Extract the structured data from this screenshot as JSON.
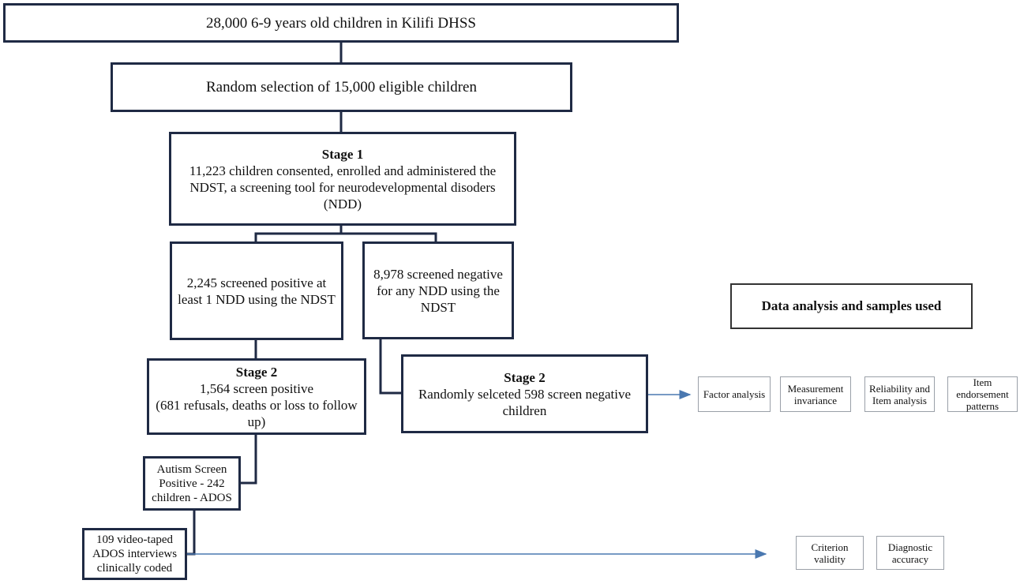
{
  "boxes": {
    "population": "28,000 6-9 years old children in Kilifi DHSS",
    "random_selection": "Random selection of 15,000 eligible children",
    "stage1": {
      "heading": "Stage 1",
      "text": "11,223 children consented, enrolled and administered the NDST, a screening tool for neurodevelopmental disoders (NDD)"
    },
    "screened_positive": "2,245 screened positive at least 1 NDD using the NDST",
    "screened_negative": "8,978 screened negative for any NDD using the NDST",
    "stage2_positive": {
      "heading": "Stage 2",
      "line1": "1,564 screen positive",
      "line2": "(681 refusals, deaths or loss to follow up)"
    },
    "stage2_negative": {
      "heading": "Stage 2",
      "text": "Randomly selceted 598 screen negative children"
    },
    "autism": "Autism Screen Positive - 242 children - ADOS",
    "video": "109 video-taped ADOS interviews clinically coded"
  },
  "analysis": {
    "title": "Data analysis and samples used",
    "group1": [
      "Factor analysis",
      "Measurement invariance",
      "Reliability and Item analysis",
      "Item endorsement patterns"
    ],
    "group2": [
      "Criterion validity",
      "Diagnostic accuracy"
    ]
  },
  "colors": {
    "box_border": "#1f2a44",
    "arrow": "#4a78b0",
    "small_border": "#9aa0a8"
  }
}
